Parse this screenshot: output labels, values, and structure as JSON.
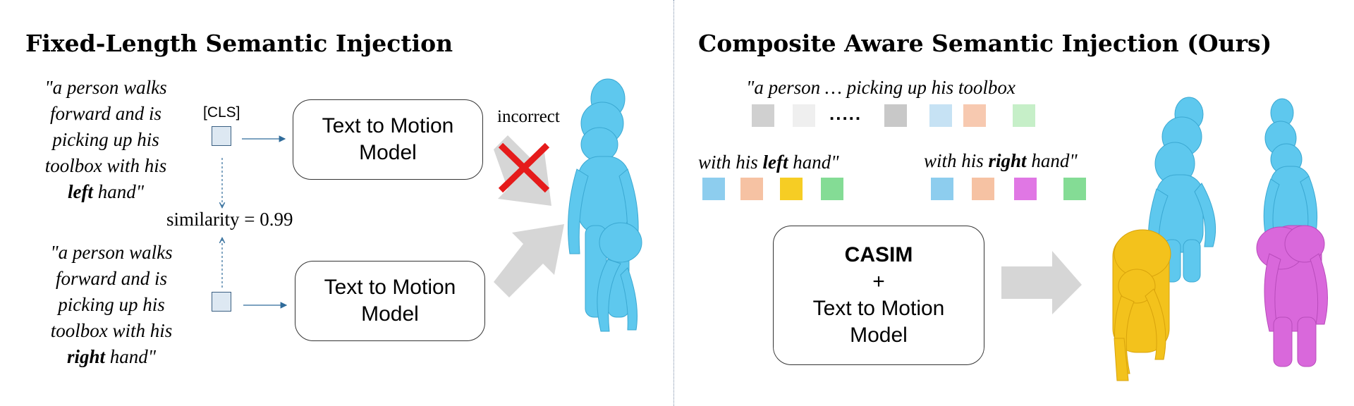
{
  "left": {
    "title": "Fixed-Length Semantic Injection",
    "prompt_top": [
      "\"a person walks",
      "forward and is",
      "picking up his",
      "toolbox with his"
    ],
    "prompt_top_bold": "left",
    "prompt_top_tail": " hand\"",
    "prompt_bottom": [
      "\"a person walks",
      "forward and is",
      "picking up his",
      "toolbox with his"
    ],
    "prompt_bottom_bold": "right",
    "prompt_bottom_tail": " hand\"",
    "cls_label": "[CLS]",
    "similarity_label": "similarity = 0.99",
    "model_box_top": [
      "Text to Motion",
      "Model"
    ],
    "model_box_bottom": [
      "Text to Motion",
      "Model"
    ],
    "incorrect_label": "incorrect"
  },
  "right": {
    "title": "Composite Aware Semantic Injection (Ours)",
    "prompt_main": "\"a person … picking up his toolbox",
    "dots": ".....",
    "prompt_left_pre": "with his ",
    "prompt_left_bold": "left",
    "prompt_left_post": " hand\"",
    "prompt_right_pre": "with his ",
    "prompt_right_bold": "right",
    "prompt_right_post": " hand\"",
    "model_box": [
      "CASIM",
      "+",
      "Text to Motion",
      "Model"
    ],
    "token_colors_main": [
      "#d0d0d0",
      "#efefef",
      "#c8c8c8",
      "#c6e2f4",
      "#f7c9b0",
      "#c6efc8"
    ],
    "token_colors_left": [
      "#8dcdee",
      "#f6c2a3",
      "#f6cd24",
      "#84dc95"
    ],
    "token_colors_right": [
      "#8dcdee",
      "#f6c2a3",
      "#e077e4",
      "#84dc95"
    ]
  },
  "colors": {
    "figure_blue": "#5ec8ee",
    "figure_yellow": "#f3c21c",
    "figure_magenta": "#d968db",
    "arrow_gray": "#d6d6d6",
    "cross_red": "#e51b1b",
    "connector_blue": "#2f6b9a"
  }
}
